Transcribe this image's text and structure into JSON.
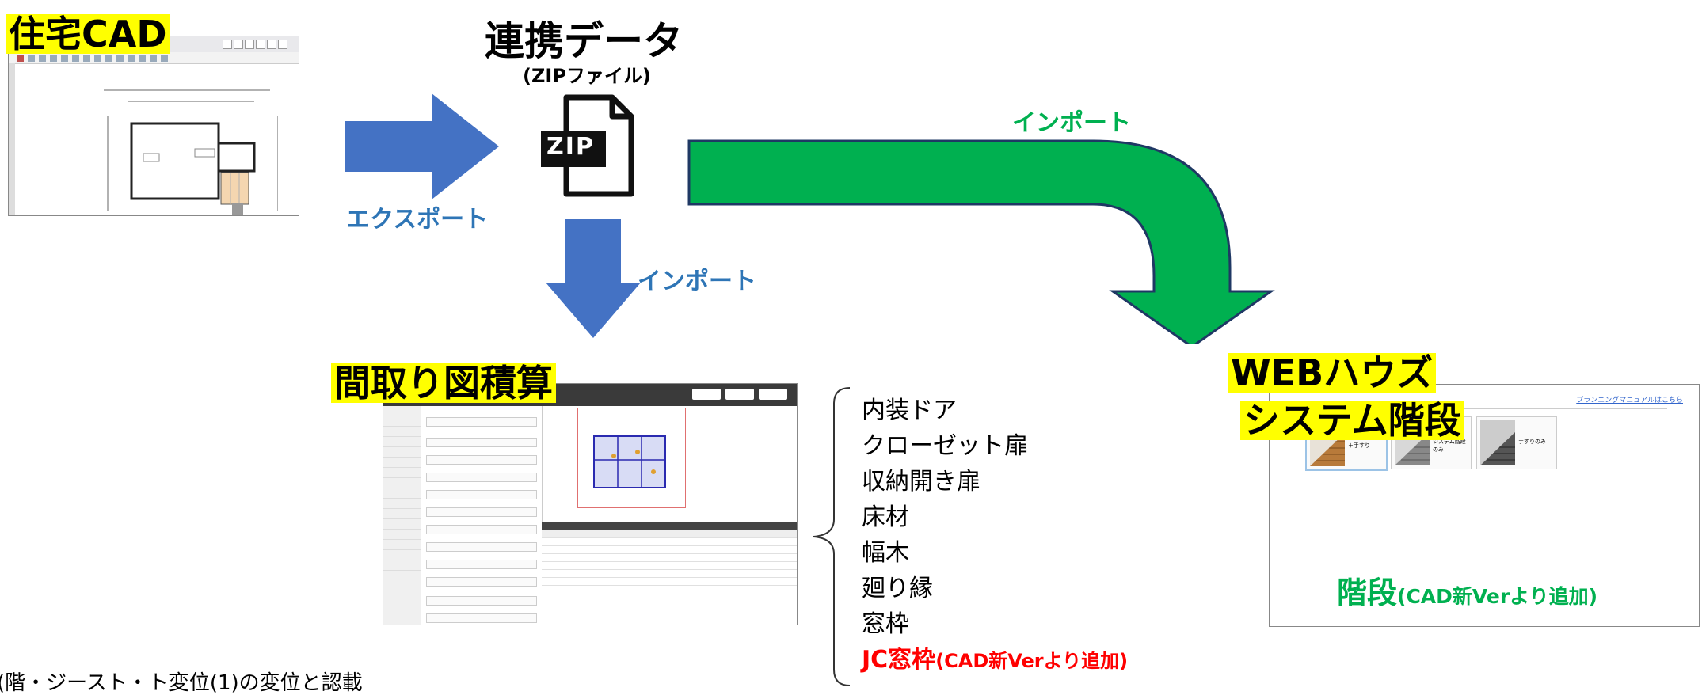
{
  "titles": {
    "cad": "住宅CAD",
    "data": "連携データ",
    "zip_sub": "(ZIPファイル)",
    "estimate": "間取り図積算",
    "web_line1": "WEBハウズ",
    "web_line2": "システム階段"
  },
  "icons": {
    "zip_label": "ZIP"
  },
  "arrows": {
    "export_label": "エクスポート",
    "import_down_label": "インポート",
    "import_green_label": "インポート"
  },
  "items": [
    "内装ドア",
    "クローゼット扉",
    "収納開き扉",
    "床材",
    "幅木",
    "廻り縁",
    "窓枠"
  ],
  "items_added": {
    "main": "JC窓枠",
    "note": "(CAD新Verより追加)"
  },
  "stairs": {
    "main": "階段",
    "note": "(CAD新Verより追加)",
    "link": "プランニングマニュアルはこちら",
    "cards": [
      "システム階段＋手すり",
      "システム階段のみ",
      "手すりのみ"
    ]
  },
  "bottom_partial": "(階・ジースト・ト変位(1)の変位と認載",
  "colors": {
    "blue": "#4472c4",
    "blue_text": "#2e75b6",
    "green": "#00b050",
    "green_text": "#00b050",
    "red": "#ff0000",
    "highlight": "#ffff00"
  }
}
